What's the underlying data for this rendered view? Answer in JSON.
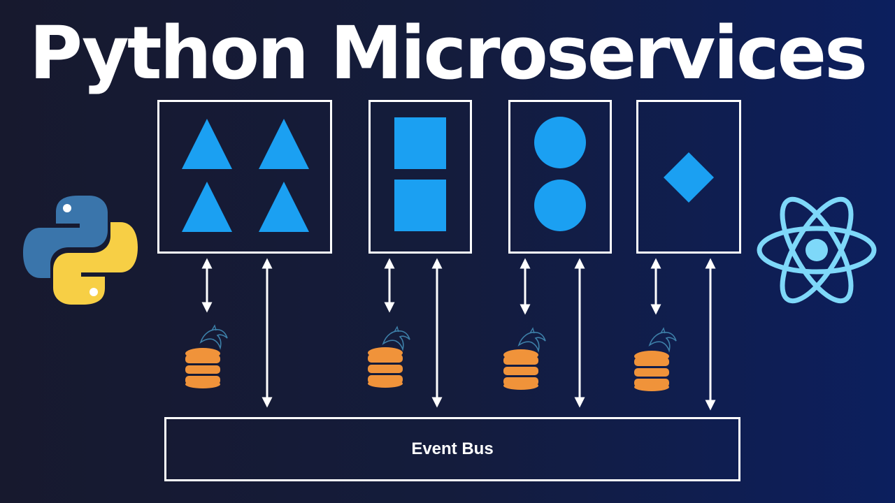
{
  "title": "Python Microservices",
  "event_bus": {
    "label": "Event Bus"
  },
  "services": [
    {
      "shape": "triangle",
      "count": 4
    },
    {
      "shape": "square",
      "count": 2
    },
    {
      "shape": "circle",
      "count": 2
    },
    {
      "shape": "diamond",
      "count": 1
    }
  ],
  "icons": {
    "left": "python-logo",
    "right": "react-logo",
    "database": "mysql-database-icon"
  },
  "colors": {
    "shape_fill": "#1ba0f2",
    "database_orange": "#f0933a",
    "react_blue": "#7ed8f9",
    "python_blue": "#3a75ab",
    "python_yellow": "#f7cf45",
    "line_white": "#ffffff"
  }
}
